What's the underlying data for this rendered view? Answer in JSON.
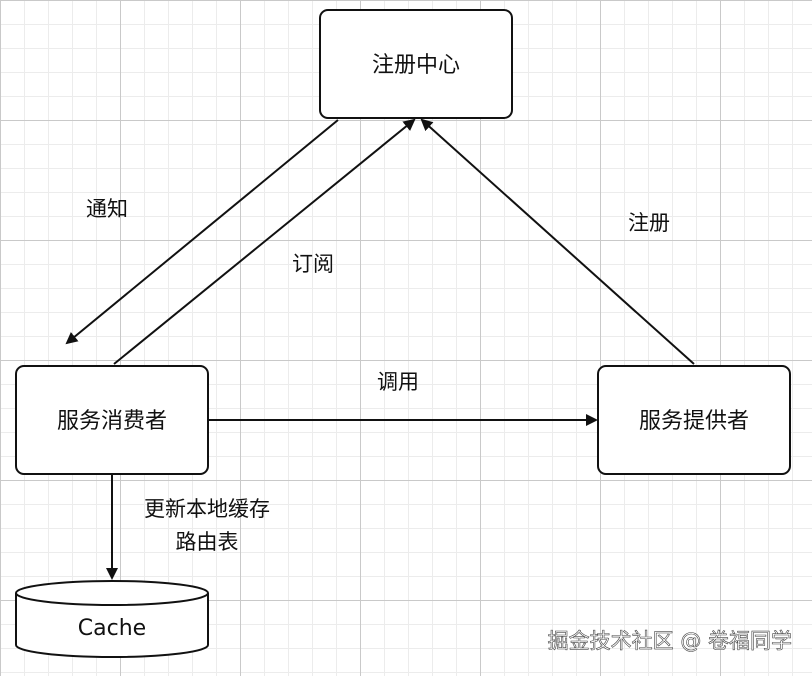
{
  "nodes": {
    "registry": "注册中心",
    "consumer": "服务消费者",
    "provider": "服务提供者",
    "cache": "Cache"
  },
  "edges": {
    "notify": "通知",
    "subscribe": "订阅",
    "register": "注册",
    "invoke": "调用",
    "update_line1": "更新本地缓存",
    "update_line2": "路由表"
  },
  "watermark": "掘金技术社区 @ 卷福同学",
  "colors": {
    "stroke": "#111111",
    "node_fill": "#ffffff"
  }
}
